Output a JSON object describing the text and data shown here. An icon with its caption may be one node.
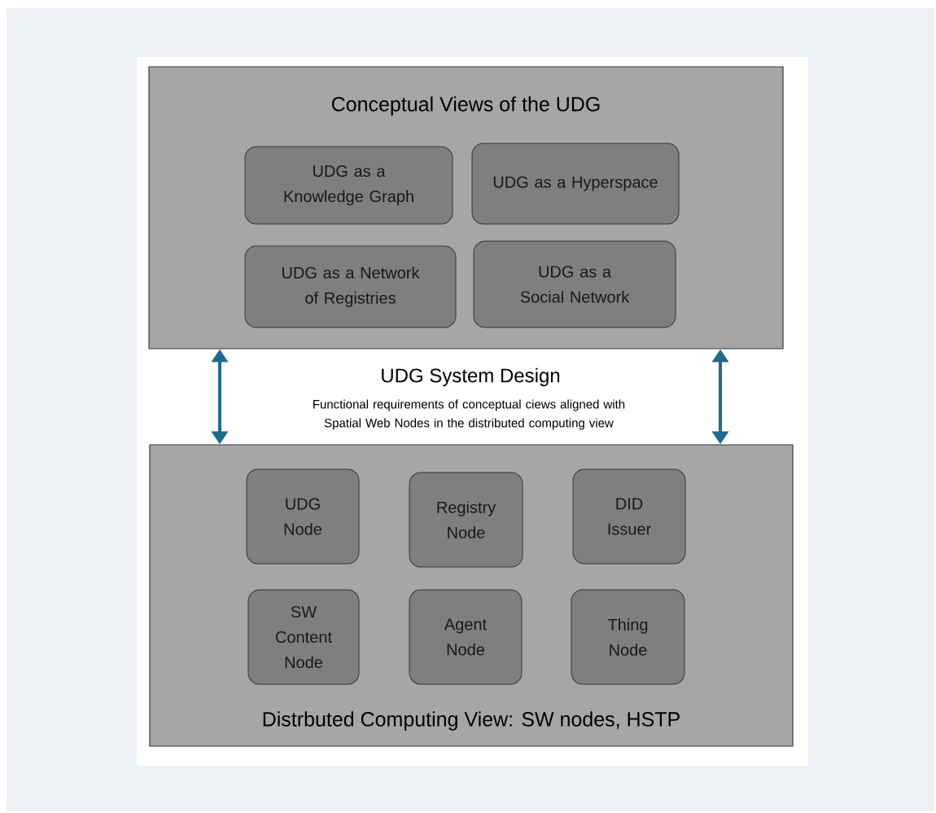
{
  "diagram": {
    "nodes": [
      {
        "text": [
          "Conceptual Views of the UDG"
        ]
      },
      {
        "text": [
          "UDG as a Knowledge Graph"
        ],
        "in": 0
      },
      {
        "text": [
          "UDG as a Hyperspace"
        ],
        "in": 0
      },
      {
        "text": [
          "UDG as a Network of Registries"
        ],
        "in": 0
      },
      {
        "text": [
          "UDG as a Social Network"
        ],
        "in": 0
      },
      {
        "text": [
          "Distrbuted Computing View: SW nodes, HSTP"
        ]
      },
      {
        "text": [
          "UDG Node"
        ],
        "in": 5
      },
      {
        "text": [
          "Registry Node"
        ],
        "in": 5
      },
      {
        "text": [
          "DID Issuer"
        ],
        "in": 5
      },
      {
        "text": [
          "SW Content Node"
        ],
        "in": 5
      },
      {
        "text": [
          "Agent Node"
        ],
        "in": 5
      },
      {
        "text": [
          "Thing Node"
        ],
        "in": 5
      }
    ],
    "edges": [
      {
        "from": 0,
        "to": 5,
        "arrow": "both"
      },
      {
        "from": 0,
        "to": 5,
        "arrow": "both"
      }
    ],
    "labels": [
      "UDG System Design",
      "Functional requirements of conceptual ciews aligned with Spatial Web Nodes in the distributed computing view"
    ]
  }
}
